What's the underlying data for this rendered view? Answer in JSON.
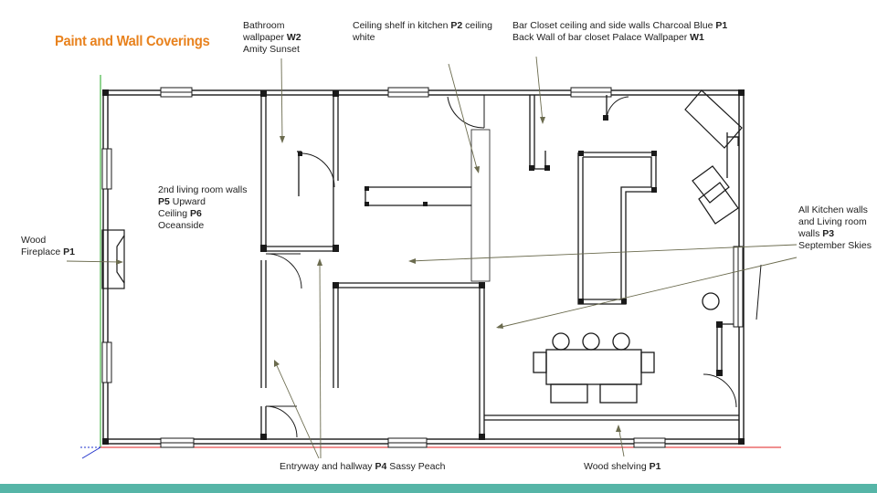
{
  "title": "Paint and Wall Coverings",
  "notes": {
    "bathroom": {
      "pre": "Bathroom wallpaper ",
      "code": "W2",
      "post": " Amity Sunset"
    },
    "shelf": {
      "pre": "Ceiling shelf in kitchen ",
      "code": "P2",
      "post": " ceiling white"
    },
    "bar_closet_1": {
      "pre": "Bar Closet ceiling and side walls Charcoal Blue ",
      "code": "P1"
    },
    "bar_closet_2": {
      "pre": "Back Wall of bar closet Palace Wallpaper ",
      "code": "W1"
    },
    "living2_a": {
      "pre": "2nd living room walls ",
      "code": "P5",
      "post": " Upward"
    },
    "living2_b": {
      "pre": "Ceiling ",
      "code": "P6",
      "post": " Oceanside"
    },
    "fireplace": {
      "pre": "Wood Fireplace ",
      "code": "P1"
    },
    "kitchen": {
      "pre": "All Kitchen walls and Living room walls ",
      "code": "P3",
      "post": " September Skies"
    },
    "entry": {
      "pre": "Entryway and hallway ",
      "code": "P4",
      "post": " Sassy Peach"
    },
    "shelving": {
      "pre": "Wood shelving ",
      "code": "P1"
    }
  },
  "colors": {
    "title": "#e8821e",
    "footer": "#56b5a7",
    "wall": "#1a1a1a",
    "leader": "#6b6b4e",
    "axis_x": "#e02020",
    "axis_y": "#22aa22",
    "axis_z": "#2233cc"
  }
}
